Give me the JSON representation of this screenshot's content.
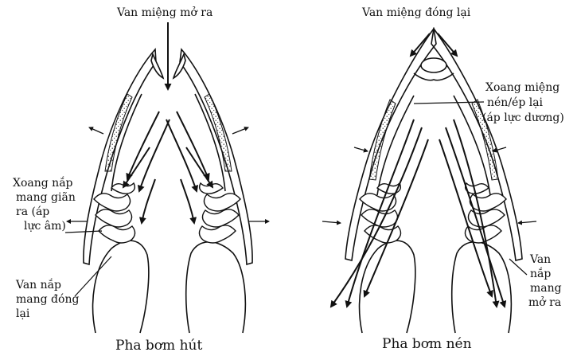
{
  "left_panel": {
    "top_label": "Van miệng mở ra",
    "cavity_label": [
      "Xoang nắp",
      "mang giãn",
      "ra (áp",
      "lực âm)"
    ],
    "valve_label": [
      "Van nắp",
      "mang đóng",
      "lại"
    ],
    "caption": "Pha bơm hút"
  },
  "right_panel": {
    "top_label": "Van miệng đóng lại",
    "cavity_label": [
      "Xoang miệng",
      "nén/ép lại",
      "(áp lực dương)"
    ],
    "valve_label": [
      "Van",
      "nắp",
      "mang",
      "mở ra"
    ],
    "caption": "Pha bơm nén"
  },
  "colors": {
    "ink": "#111111",
    "background": "#ffffff"
  }
}
